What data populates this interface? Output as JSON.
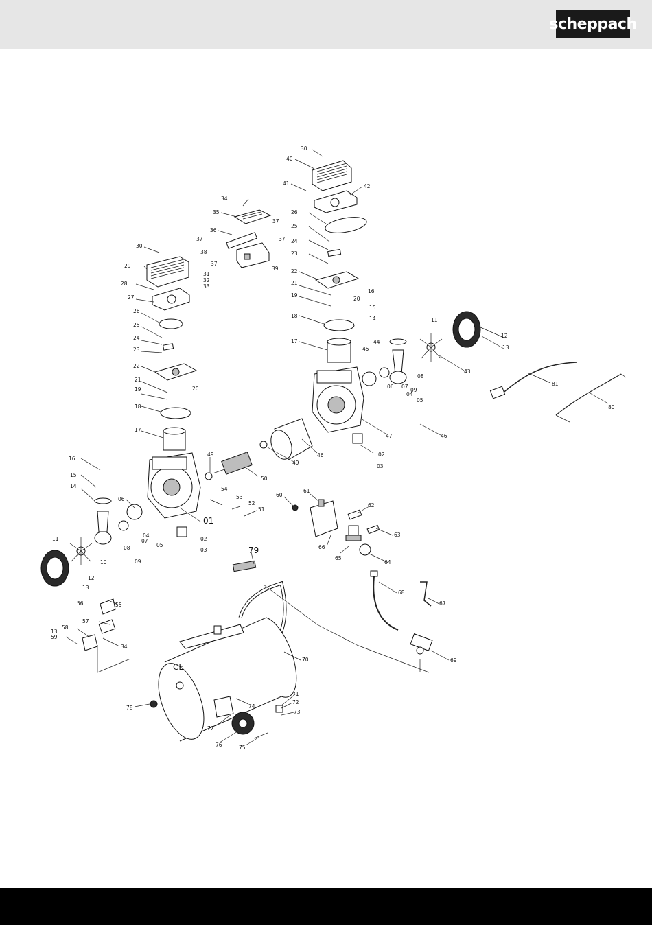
{
  "header": {
    "logo_text": "scheppach"
  },
  "diagram": {
    "part_labels": [
      {
        "id": "p30a",
        "text": "30"
      },
      {
        "id": "p40",
        "text": "40"
      },
      {
        "id": "p41",
        "text": "41"
      },
      {
        "id": "p42",
        "text": "42"
      },
      {
        "id": "p34",
        "text": "34"
      },
      {
        "id": "p35",
        "text": "35"
      },
      {
        "id": "p37a",
        "text": "37"
      },
      {
        "id": "p36",
        "text": "36"
      },
      {
        "id": "p37b",
        "text": "37"
      },
      {
        "id": "p37c",
        "text": "37"
      },
      {
        "id": "p38",
        "text": "38"
      },
      {
        "id": "p37d",
        "text": "37"
      },
      {
        "id": "p39",
        "text": "39"
      },
      {
        "id": "p26a",
        "text": "26"
      },
      {
        "id": "p25a",
        "text": "25"
      },
      {
        "id": "p24a",
        "text": "24"
      },
      {
        "id": "p23a",
        "text": "23"
      },
      {
        "id": "p22a",
        "text": "22"
      },
      {
        "id": "p21a",
        "text": "21"
      },
      {
        "id": "p19a",
        "text": "19"
      },
      {
        "id": "p20a",
        "text": "20"
      },
      {
        "id": "p18a",
        "text": "18"
      },
      {
        "id": "p17a",
        "text": "17"
      },
      {
        "id": "p30b",
        "text": "30"
      },
      {
        "id": "p29",
        "text": "29"
      },
      {
        "id": "p31",
        "text": "31"
      },
      {
        "id": "p32",
        "text": "32"
      },
      {
        "id": "p33",
        "text": "33"
      },
      {
        "id": "p28",
        "text": "28"
      },
      {
        "id": "p27",
        "text": "27"
      },
      {
        "id": "p26b",
        "text": "26"
      },
      {
        "id": "p25b",
        "text": "25"
      },
      {
        "id": "p24b",
        "text": "24"
      },
      {
        "id": "p23b",
        "text": "23"
      },
      {
        "id": "p22b",
        "text": "22"
      },
      {
        "id": "p21b",
        "text": "21"
      },
      {
        "id": "p20b",
        "text": "20"
      },
      {
        "id": "p19b",
        "text": "19"
      },
      {
        "id": "p18b",
        "text": "18"
      },
      {
        "id": "p17b",
        "text": "17"
      },
      {
        "id": "p16a",
        "text": "16"
      },
      {
        "id": "p15a",
        "text": "15"
      },
      {
        "id": "p14a",
        "text": "14"
      },
      {
        "id": "p11a",
        "text": "11"
      },
      {
        "id": "p12a",
        "text": "12"
      },
      {
        "id": "p13a",
        "text": "13"
      },
      {
        "id": "p43",
        "text": "43"
      },
      {
        "id": "p44",
        "text": "44"
      },
      {
        "id": "p45",
        "text": "45"
      },
      {
        "id": "p08a",
        "text": "08"
      },
      {
        "id": "p09a",
        "text": "09"
      },
      {
        "id": "p06a",
        "text": "06"
      },
      {
        "id": "p07a",
        "text": "07"
      },
      {
        "id": "p04a",
        "text": "04"
      },
      {
        "id": "p05a",
        "text": "05"
      },
      {
        "id": "p81",
        "text": "81"
      },
      {
        "id": "p80",
        "text": "80"
      },
      {
        "id": "p46a",
        "text": "46"
      },
      {
        "id": "p47",
        "text": "47"
      },
      {
        "id": "p46b",
        "text": "46"
      },
      {
        "id": "p02a",
        "text": "02"
      },
      {
        "id": "p03a",
        "text": "03"
      },
      {
        "id": "p49a",
        "text": "49"
      },
      {
        "id": "p49b",
        "text": "49"
      },
      {
        "id": "p50",
        "text": "50"
      },
      {
        "id": "p16b",
        "text": "16"
      },
      {
        "id": "p15b",
        "text": "15"
      },
      {
        "id": "p14b",
        "text": "14"
      },
      {
        "id": "p06b",
        "text": "06"
      },
      {
        "id": "p54",
        "text": "54"
      },
      {
        "id": "p53",
        "text": "53"
      },
      {
        "id": "p52",
        "text": "52"
      },
      {
        "id": "p51",
        "text": "51"
      },
      {
        "id": "p01",
        "text": "01"
      },
      {
        "id": "p07b",
        "text": "07"
      },
      {
        "id": "p04b",
        "text": "04"
      },
      {
        "id": "p05b",
        "text": "05"
      },
      {
        "id": "p02b",
        "text": "02"
      },
      {
        "id": "p03b",
        "text": "03"
      },
      {
        "id": "p08b",
        "text": "08"
      },
      {
        "id": "p09b",
        "text": "09"
      },
      {
        "id": "p10",
        "text": "10"
      },
      {
        "id": "p11b",
        "text": "11"
      },
      {
        "id": "p12b",
        "text": "12"
      },
      {
        "id": "p13b",
        "text": "13"
      },
      {
        "id": "p60",
        "text": "60"
      },
      {
        "id": "p61",
        "text": "61"
      },
      {
        "id": "p62",
        "text": "62"
      },
      {
        "id": "p63",
        "text": "63"
      },
      {
        "id": "p66",
        "text": "66"
      },
      {
        "id": "p65",
        "text": "65"
      },
      {
        "id": "p64",
        "text": "64"
      },
      {
        "id": "p79",
        "text": "79"
      },
      {
        "id": "p68",
        "text": "68"
      },
      {
        "id": "p67",
        "text": "67"
      },
      {
        "id": "p69",
        "text": "69"
      },
      {
        "id": "p56",
        "text": "56"
      },
      {
        "id": "p55",
        "text": "55"
      },
      {
        "id": "p57",
        "text": "57"
      },
      {
        "id": "p58",
        "text": "58"
      },
      {
        "id": "p13c",
        "text": "13"
      },
      {
        "id": "p59",
        "text": "59"
      },
      {
        "id": "p34b",
        "text": "34"
      },
      {
        "id": "p70",
        "text": "70"
      },
      {
        "id": "p78",
        "text": "78"
      },
      {
        "id": "p71",
        "text": "71"
      },
      {
        "id": "p72",
        "text": "72"
      },
      {
        "id": "p74",
        "text": "74"
      },
      {
        "id": "p73",
        "text": "73"
      },
      {
        "id": "p77",
        "text": "77"
      },
      {
        "id": "p76",
        "text": "76"
      },
      {
        "id": "p75",
        "text": "75"
      }
    ],
    "tank_marking": "CE"
  }
}
